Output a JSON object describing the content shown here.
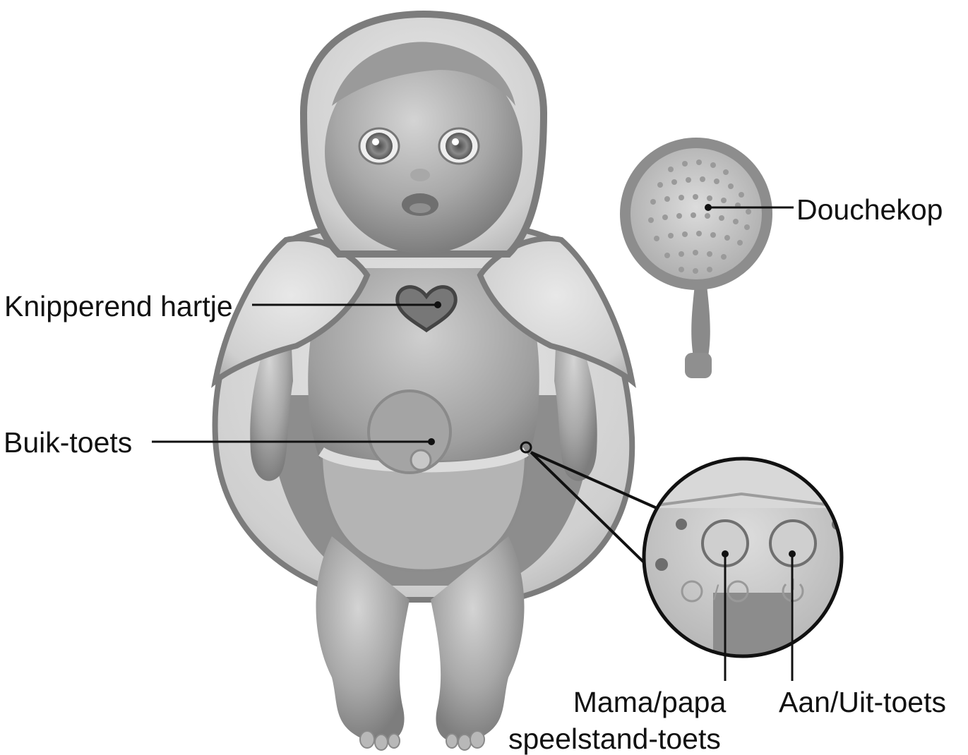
{
  "labels": {
    "douchekop": "Douchekop",
    "knipperend_hartje": "Knipperend hartje",
    "buik_toets": "Buik-toets",
    "mama_papa_line1": "Mama/papa",
    "mama_papa_line2": "speelstand-toets",
    "aan_uit": "Aan/Uit-toets"
  },
  "colors": {
    "background": "#ffffff",
    "line": "#111111",
    "skin_light": "#c9c9c9",
    "skin_mid": "#9a9a9a",
    "skin_dark": "#6f6f6f",
    "cape": "#d6d6d6",
    "trim": "#7c7c7c"
  }
}
